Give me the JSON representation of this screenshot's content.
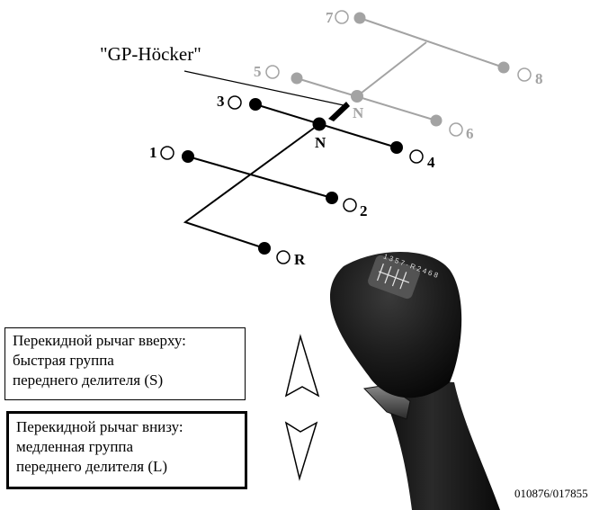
{
  "hump_label": "\"GP-Höcker\"",
  "neutral_label": "N",
  "upper_neutral_label": "N",
  "low_gears": [
    "1",
    "2",
    "3",
    "4",
    "R"
  ],
  "high_gears": [
    "5",
    "6",
    "7",
    "8"
  ],
  "knob_shift_pattern": "1 3 5 7 · R 2 4 6 8",
  "legend_up": {
    "lines": [
      "Перекидной рычаг вверху:",
      "быстрая группа",
      "переднего делителя (S)"
    ],
    "arrow": "up"
  },
  "legend_down": {
    "lines": [
      "Перекидной рычаг внизу:",
      "медленная группа",
      "переднего делителя (L)"
    ],
    "arrow": "down"
  },
  "document_code": "010876/017855",
  "colors": {
    "active_pattern": "#000000",
    "inactive_pattern": "#a3a3a3",
    "knob": "#1b1b1b"
  }
}
